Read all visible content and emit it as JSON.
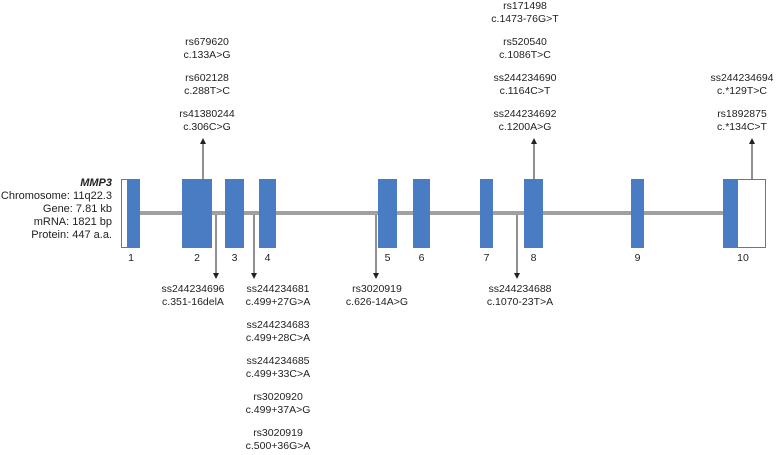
{
  "gene": {
    "name": "MMP3",
    "chromosome": "Chromosome: 11q22.3",
    "gene_size": "Gene: 7.81 kb",
    "mrna": "mRNA: 1821 bp",
    "protein": "Protein: 447 a.a."
  },
  "exons": [
    "1",
    "2",
    "3",
    "4",
    "5",
    "6",
    "7",
    "8",
    "9",
    "10"
  ],
  "colors": {
    "exon": "#4a7cc4",
    "intron": "#a0a0a0",
    "utr_border": "#4a7cc4",
    "arrow": "#222222"
  },
  "variants": {
    "above_exon2": [
      {
        "id": "rs679620",
        "change": "c.133A>G"
      },
      {
        "id": "rs602128",
        "change": "c.288T>C"
      },
      {
        "id": "rs41380244",
        "change": "c.306C>G"
      }
    ],
    "above_exon8": [
      {
        "id": "rs171498",
        "change": "c.1473-76G>T"
      },
      {
        "id": "rs520540",
        "change": "c.1086T>C"
      },
      {
        "id": "ss244234690",
        "change": "c.1164C>T"
      },
      {
        "id": "ss244234692",
        "change": "c.1200A>G"
      }
    ],
    "above_exon10": [
      {
        "id": "ss244234694",
        "change": "c.*129T>C"
      },
      {
        "id": "rs1892875",
        "change": "c.*134C>T"
      }
    ],
    "below_intron2": [
      {
        "id": "ss244234696",
        "change": "c.351-16delA"
      }
    ],
    "below_intron3": [
      {
        "id": "ss244234681",
        "change": "c.499+27G>A"
      },
      {
        "id": "ss244234683",
        "change": "c.499+28C>A"
      },
      {
        "id": "ss244234685",
        "change": "c.499+33C>A"
      },
      {
        "id": "rs3020920",
        "change": "c.499+37A>G"
      },
      {
        "id": "rs3020919",
        "change": "c.500+36G>A"
      }
    ],
    "below_intron4": [
      {
        "id": "rs3020919",
        "change": "c.626-14A>G"
      }
    ],
    "below_intron7": [
      {
        "id": "ss244234688",
        "change": "c.1070-23T>A"
      }
    ]
  }
}
